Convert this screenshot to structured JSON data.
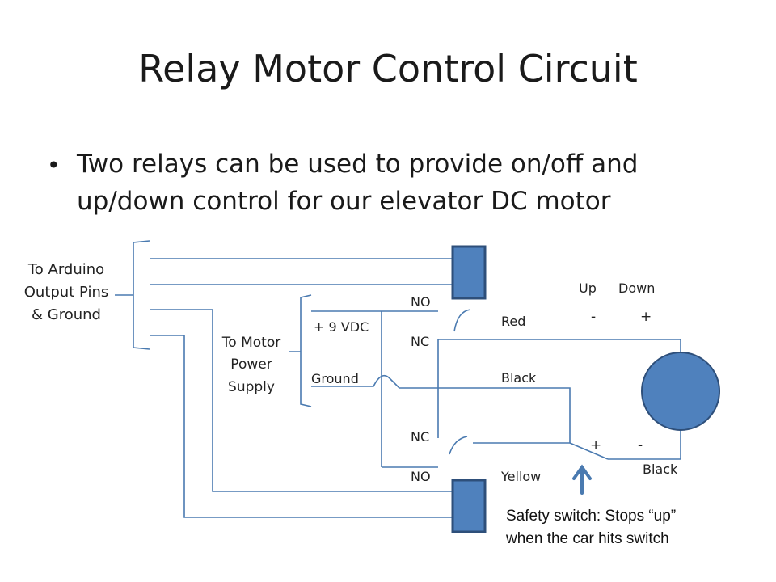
{
  "slide": {
    "title": "Relay Motor Control Circuit",
    "bullet_text": "Two relays can be used to provide on/off and up/down control for our elevator DC motor"
  },
  "diagram": {
    "arduino_label": [
      "To Arduino",
      "Output Pins",
      "& Ground"
    ],
    "power_label": [
      "To Motor",
      "Power",
      "Supply"
    ],
    "vdc_label": "+ 9 VDC",
    "ground_label": "Ground",
    "top_relay": {
      "no_label": "NO",
      "nc_label": "NC"
    },
    "bottom_relay": {
      "nc_label": "NC",
      "no_label": "NO"
    },
    "wire_labels": {
      "red": "Red",
      "black_top": "Black",
      "yellow": "Yellow",
      "black_bottom": "Black"
    },
    "direction": {
      "up": "Up",
      "down": "Down"
    },
    "polarity_top": {
      "minus": "-",
      "plus": "+"
    },
    "polarity_switch": {
      "plus": "+",
      "minus": "-"
    },
    "safety_note": [
      "Safety switch:  Stops “up”",
      "when the car hits switch"
    ],
    "colors": {
      "wire": "#4a7ab0",
      "relay_fill": "#4f81bd",
      "relay_stroke": "#2e4f7a",
      "motor_fill": "#4f81bd",
      "arrow": "#4a7ab0"
    }
  }
}
